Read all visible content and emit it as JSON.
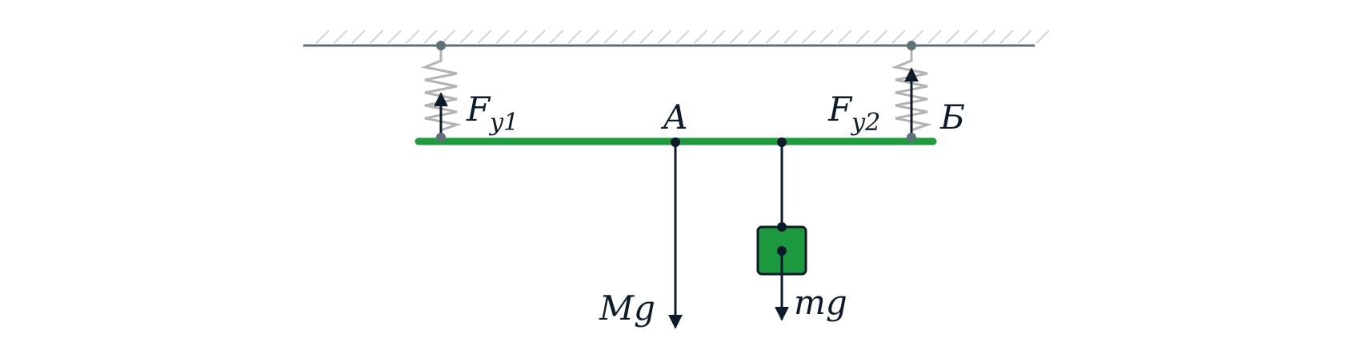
{
  "diagram": {
    "labels": {
      "force_spring1_main": "F",
      "force_spring1_sub": "y1",
      "force_spring2_main": "F",
      "force_spring2_sub": "y2",
      "point_a": "A",
      "point_b": "Б",
      "rod_weight": "Mg",
      "load_weight": "mg"
    },
    "colors": {
      "ceiling": "#5f7178",
      "hatch": "#d3d6d8",
      "spring": "#b3b3b3",
      "rod": "#1f9a3f",
      "load_fill": "#1d9a40",
      "ink": "#0d1b2a",
      "pivot_grey": "#5f7178"
    }
  }
}
